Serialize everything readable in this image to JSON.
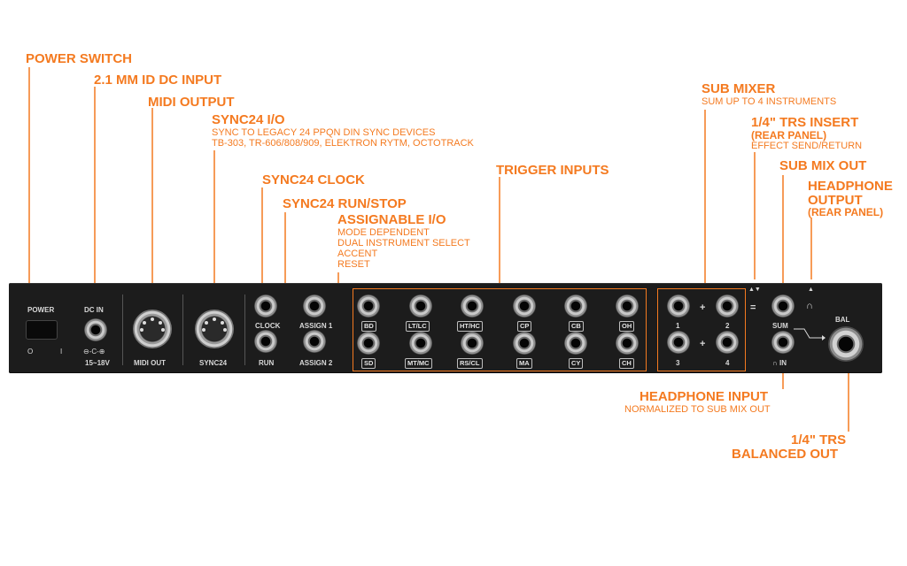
{
  "callouts": {
    "power_switch": "POWER SWITCH",
    "dc_input": "2.1 MM ID DC INPUT",
    "midi_output": "MIDI OUTPUT",
    "sync24_io": {
      "title": "SYNC24 I/O",
      "line1": "SYNC TO LEGACY 24 PPQN DIN SYNC DEVICES",
      "line2": "TB-303, TR-606/808/909, ELEKTRON RYTM, OCTOTRACK"
    },
    "sync24_clock": "SYNC24 CLOCK",
    "sync24_runstop": "SYNC24 RUN/STOP",
    "assignable_io": {
      "title": "ASSIGNABLE I/O",
      "line1": "MODE DEPENDENT",
      "line2": "DUAL INSTRUMENT SELECT",
      "line3": "ACCENT",
      "line4": "RESET"
    },
    "trigger_inputs": "TRIGGER INPUTS",
    "sub_mixer": {
      "title": "SUB MIXER",
      "line1": "SUM UP TO 4 INSTRUMENTS"
    },
    "trs_insert": {
      "title": "1/4\" TRS INSERT",
      "line1": "(REAR PANEL)",
      "line2": "EFFECT SEND/RETURN"
    },
    "sub_mix_out": "SUB MIX OUT",
    "headphone_output": {
      "line1": "HEADPHONE",
      "line2": "OUTPUT",
      "line3": "(REAR PANEL)"
    },
    "headphone_input": {
      "title": "HEADPHONE INPUT",
      "line1": "NORMALIZED TO SUB MIX OUT"
    },
    "balanced_out": {
      "line1": "1/4\" TRS",
      "line2": "BALANCED OUT"
    }
  },
  "panel": {
    "power": "POWER",
    "power_off": "O",
    "power_on": "I",
    "dc_in": "DC IN",
    "dc_polarity": "⊖-C-⊕",
    "dc_voltage": "15~18V",
    "midi_out": "MIDI OUT",
    "sync24": "SYNC24",
    "clock": "CLOCK",
    "run": "RUN",
    "assign1": "ASSIGN 1",
    "assign2": "ASSIGN 2",
    "triggers_top": [
      "BD",
      "LT/LC",
      "HT/HC",
      "CP",
      "CB",
      "OH"
    ],
    "triggers_bottom": [
      "SD",
      "MT/MC",
      "RS/CL",
      "MA",
      "CY",
      "CH"
    ],
    "mixer_1": "1",
    "mixer_2": "2",
    "mixer_3": "3",
    "mixer_4": "4",
    "plus": "+",
    "equals": "=",
    "insert_arrows": "▲▼",
    "sum": "SUM",
    "hp_in": "∩ IN",
    "hp_up": "▲",
    "hp_glyph": "∩",
    "bal": "BAL"
  },
  "colors": {
    "accent": "#f47a20",
    "panel": "#1c1c1c",
    "panel_text": "#d8d8d8"
  }
}
